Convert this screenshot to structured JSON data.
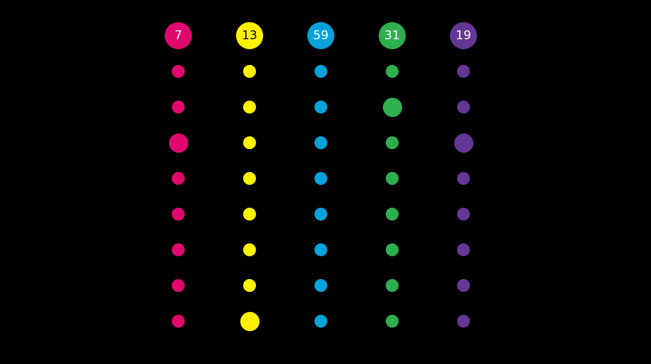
{
  "board": {
    "columns": [
      {
        "label": "7",
        "color": "#e0086f",
        "text_color": "#ffffff",
        "large_row": 3
      },
      {
        "label": "13",
        "color": "#fff200",
        "text_color": "#000000",
        "large_row": 8
      },
      {
        "label": "59",
        "color": "#05a3d9",
        "text_color": "#ffffff",
        "large_row": null
      },
      {
        "label": "31",
        "color": "#2eb04e",
        "text_color": "#ffffff",
        "large_row": 2
      },
      {
        "label": "19",
        "color": "#643795",
        "text_color": "#ffffff",
        "large_row": 3
      }
    ],
    "rows_per_column": 8
  }
}
